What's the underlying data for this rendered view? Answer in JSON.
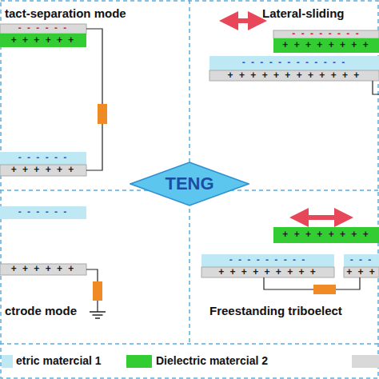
{
  "diagram": {
    "nodes": [
      {
        "text": [
          "tact-separation mode"
        ]
      },
      {
        "text": [
          "Lateral-sliding"
        ]
      },
      {
        "text": [
          "TENG"
        ]
      },
      {
        "text": [
          "ctrode mode"
        ]
      },
      {
        "text": [
          "Freestanding triboelect"
        ]
      }
    ],
    "labels": [
      "- - - - - -",
      "+ + + + + +",
      "- - - - - -",
      "+ + + + + +",
      "- - - - - - - -",
      "+ + + + + + + +",
      "- - - - - - - - - - - -",
      "+ + + + + + + + + + + +",
      "- - - - - -",
      "+ + + + + +",
      "+ + + + + + + +",
      "- - - - - - - - -",
      "+ + + + + + + + +",
      "- - -",
      "+ + +"
    ],
    "legend": [
      {
        "text": "etric matercial 1",
        "color": "#bfe8f5"
      },
      {
        "text": "Dielectric matercial 2",
        "color": "#33cc33"
      }
    ]
  }
}
